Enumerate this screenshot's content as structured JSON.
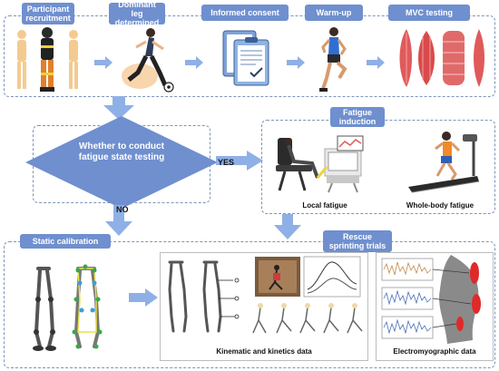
{
  "steps": {
    "participant_recruitment": "Participant recruitment",
    "dominant_leg": "Dominant leg determined",
    "informed_consent": "Informed consent",
    "warm_up": "Warm-up",
    "mvc_testing": "MVC testing"
  },
  "decision": {
    "question": "Whether to conduct fatigue state testing",
    "yes": "YES",
    "no": "NO"
  },
  "fatigue": {
    "title": "Fatigue induction",
    "local": "Local fatigue",
    "whole_body": "Whole-body fatigue"
  },
  "bottom": {
    "static_calibration": "Static calibration",
    "rescue_trials": "Rescue sprinting trials",
    "kinematic": "Kinematic and kinetics data",
    "emg": "Electromyographic data"
  },
  "colors": {
    "pill": "#6f8fcf",
    "arrow": "#8fb0e6",
    "diamond": "#6f8fcf",
    "dash": "#7d94b8",
    "muscle": "#e05a5a"
  }
}
